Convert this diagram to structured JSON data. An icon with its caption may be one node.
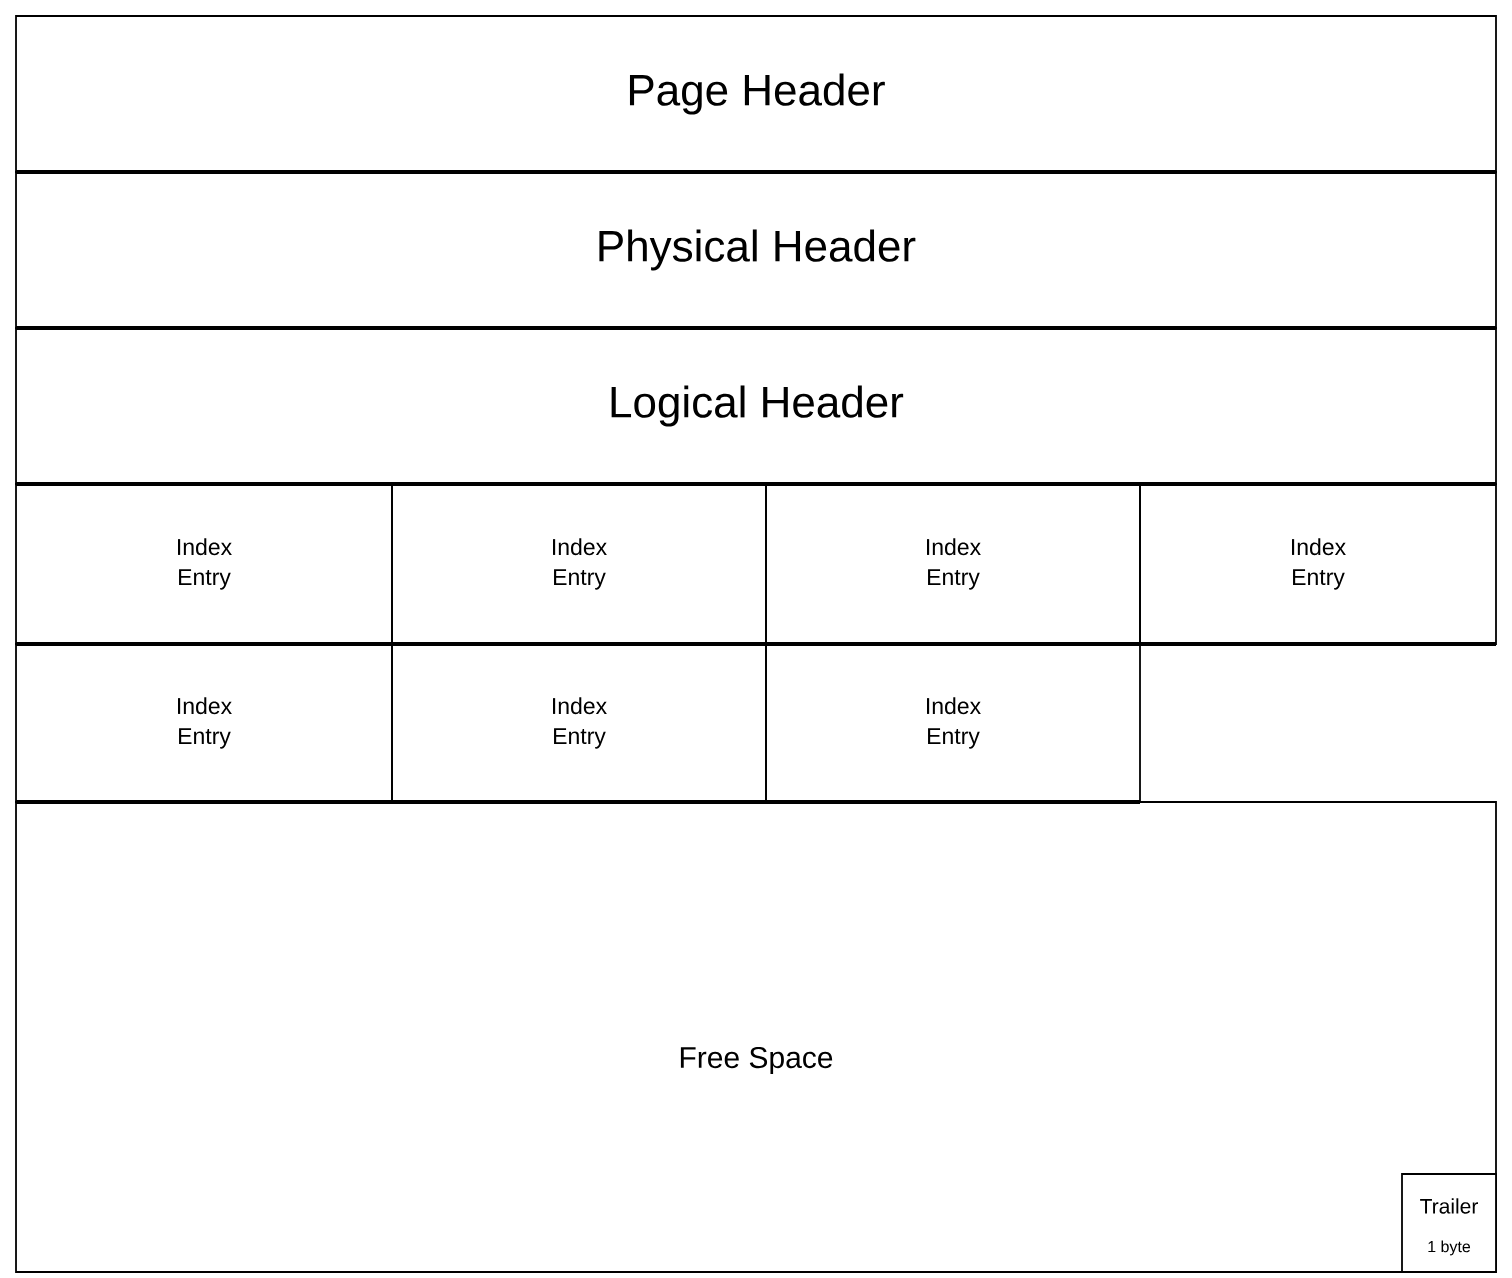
{
  "diagram": {
    "nodes": [
      {
        "text": [
          "Page Header"
        ]
      },
      {
        "text": [
          "Physical Header"
        ]
      },
      {
        "text": [
          "Logical Header"
        ]
      },
      {
        "text": [
          "Index Entry"
        ]
      },
      {
        "text": [
          "Index Entry"
        ]
      },
      {
        "text": [
          "Index Entry"
        ]
      },
      {
        "text": [
          "Index Entry"
        ]
      },
      {
        "text": [
          "Index Entry"
        ]
      },
      {
        "text": [
          "Index Entry"
        ]
      },
      {
        "text": [
          "Index Entry"
        ]
      },
      {
        "text": [
          "Free Space"
        ]
      },
      {
        "text": [
          "Trailer",
          "1 byte"
        ],
        "in": 10
      }
    ]
  }
}
